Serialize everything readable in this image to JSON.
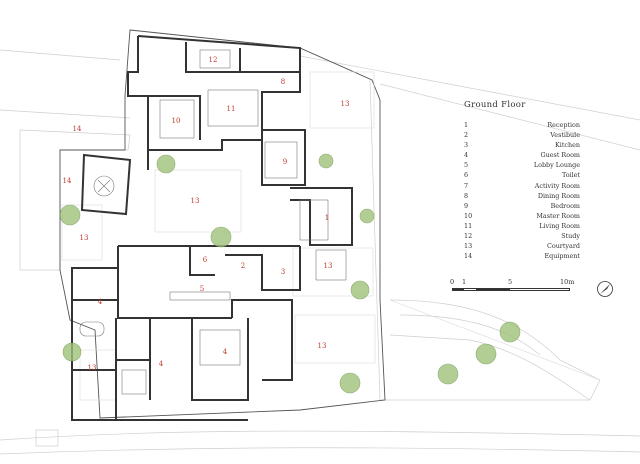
{
  "legend": {
    "title": "Ground Floor",
    "items": [
      {
        "num": "1",
        "label": "Reception"
      },
      {
        "num": "2",
        "label": "Vestibule"
      },
      {
        "num": "3",
        "label": "Kitchen"
      },
      {
        "num": "4",
        "label": "Guest Room"
      },
      {
        "num": "5",
        "label": "Lobby Lounge"
      },
      {
        "num": "6",
        "label": "Toilet"
      },
      {
        "num": "7",
        "label": "Activity Room"
      },
      {
        "num": "8",
        "label": "Dining Room"
      },
      {
        "num": "9",
        "label": "Bedroom"
      },
      {
        "num": "10",
        "label": "Master Room"
      },
      {
        "num": "11",
        "label": "Living Room"
      },
      {
        "num": "12",
        "label": "Study"
      },
      {
        "num": "13",
        "label": "Courtyard"
      },
      {
        "num": "14",
        "label": "Equipment"
      }
    ]
  },
  "scale": {
    "ticks": [
      "0",
      "1",
      "5",
      "10m"
    ]
  },
  "plan_labels": {
    "r1": "1",
    "r2": "2",
    "r3": "3",
    "r4a": "4",
    "r4b": "4",
    "r4c": "4",
    "r5": "5",
    "r6": "6",
    "r8": "8",
    "r9": "9",
    "r10": "10",
    "r11": "11",
    "r12": "12",
    "r13a": "13",
    "r13b": "13",
    "r13c": "13",
    "r13d": "13",
    "r13e": "13",
    "r13f": "13",
    "r14a": "14",
    "r14b": "14"
  },
  "colors": {
    "wall": "#333333",
    "label": "#c0392b",
    "tree": "#9fc27a",
    "line": "#bbbbbb"
  }
}
